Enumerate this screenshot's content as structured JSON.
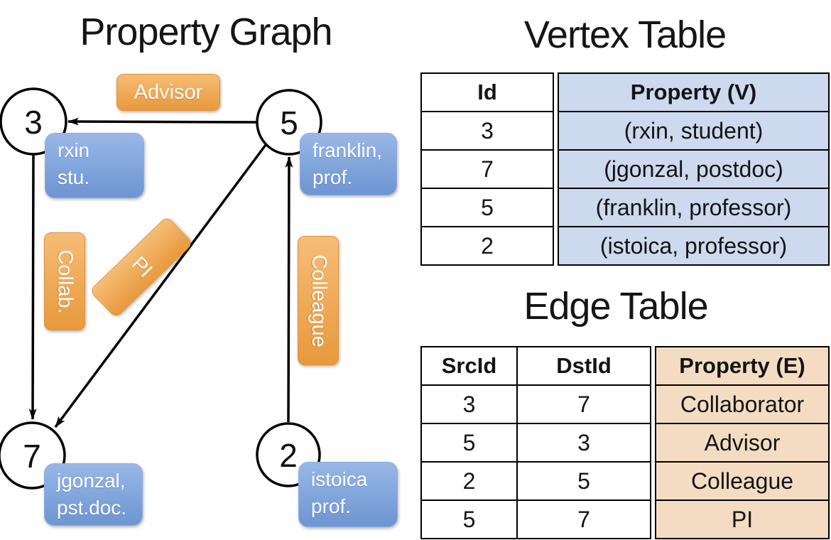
{
  "graph": {
    "title": "Property Graph",
    "nodes": [
      {
        "id": "3",
        "property": [
          "rxin",
          "stu."
        ]
      },
      {
        "id": "5",
        "property": [
          "franklin,",
          "prof."
        ]
      },
      {
        "id": "7",
        "property": [
          "jgonzal,",
          "pst.doc."
        ]
      },
      {
        "id": "2",
        "property": [
          "istoica",
          "prof."
        ]
      }
    ],
    "edge_labels": {
      "advisor": "Advisor",
      "collab": "Collab.",
      "pi": "PI",
      "colleague": "Colleague"
    }
  },
  "vertex_table": {
    "title": "Vertex Table",
    "headers": {
      "id": "Id",
      "property": "Property (V)"
    },
    "rows": [
      {
        "id": "3",
        "property": "(rxin, student)"
      },
      {
        "id": "7",
        "property": "(jgonzal, postdoc)"
      },
      {
        "id": "5",
        "property": "(franklin, professor)"
      },
      {
        "id": "2",
        "property": "(istoica, professor)"
      }
    ]
  },
  "edge_table": {
    "title": "Edge Table",
    "headers": {
      "src": "SrcId",
      "dst": "DstId",
      "property": "Property (E)"
    },
    "rows": [
      {
        "src": "3",
        "dst": "7",
        "property": "Collaborator"
      },
      {
        "src": "5",
        "dst": "3",
        "property": "Advisor"
      },
      {
        "src": "2",
        "dst": "5",
        "property": "Colleague"
      },
      {
        "src": "5",
        "dst": "7",
        "property": "PI"
      }
    ]
  },
  "colors": {
    "edge_label_orange_top": "#f6bd76",
    "edge_label_orange_bottom": "#e8993c",
    "node_box_blue_top": "#98b7e6",
    "node_box_blue_bottom": "#6d95d2",
    "vertex_property_cell": "#cdd9ee",
    "edge_property_cell": "#f4dcc2",
    "line_color": "#000000"
  }
}
